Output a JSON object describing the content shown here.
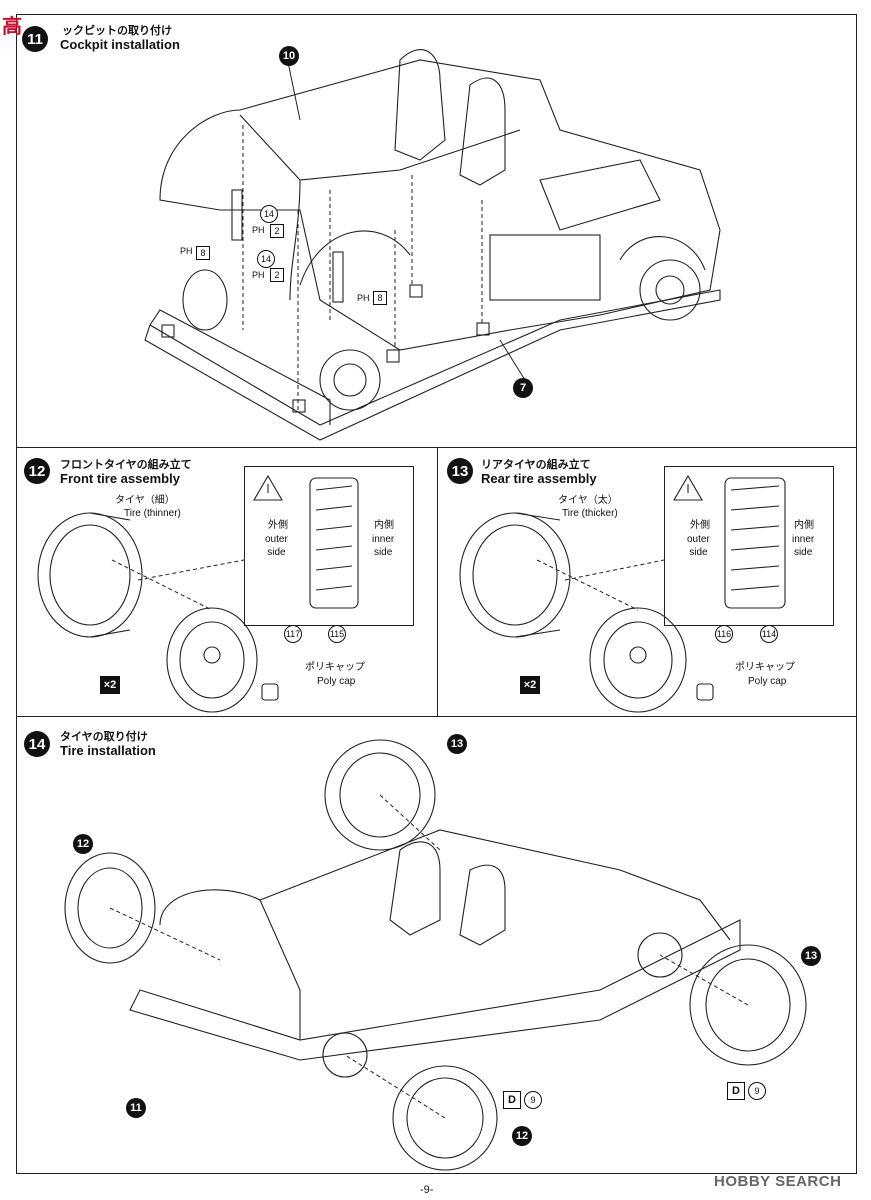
{
  "step11": {
    "num": "11",
    "ja": "ックピットの取り付け",
    "en": "Cockpit installation"
  },
  "step12": {
    "num": "12",
    "ja": "フロントタイヤの組み立て",
    "en": "Front tire assembly",
    "tire_ja": "タイヤ（細）",
    "tire_en": "Tire (thinner)",
    "outer_ja": "外側",
    "outer_en": "outer\nside",
    "inner_ja": "内側",
    "inner_en": "inner\nside",
    "part_a": "117",
    "part_b": "115",
    "polycap_ja": "ポリキャップ",
    "polycap_en": "Poly cap",
    "qty": "×2"
  },
  "step13": {
    "num": "13",
    "ja": "リアタイヤの組み立て",
    "en": "Rear tire assembly",
    "tire_ja": "タイヤ（太）",
    "tire_en": "Tire (thicker)",
    "outer_ja": "外側",
    "outer_en": "outer\nside",
    "inner_ja": "内側",
    "inner_en": "inner\nside",
    "part_a": "116",
    "part_b": "114",
    "polycap_ja": "ポリキャップ",
    "polycap_en": "Poly cap",
    "qty": "×2"
  },
  "step14": {
    "num": "14",
    "ja": "タイヤの取り付け",
    "en": "Tire installation"
  },
  "callouts": {
    "c10": "10",
    "c7": "7",
    "c11": "11",
    "c12": "12",
    "c13": "13"
  },
  "parts": {
    "p14": "14",
    "ph": "PH",
    "n8": "8",
    "n2": "2",
    "d": "D",
    "d9": "9"
  },
  "page_number": "-9-",
  "watermark": "HOBBY SEARCH",
  "corner_logo": "高"
}
